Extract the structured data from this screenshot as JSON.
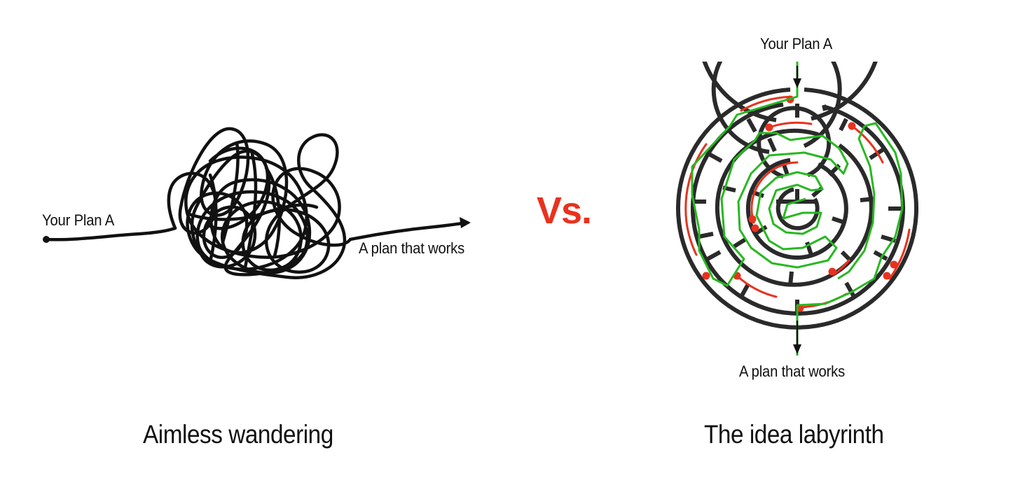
{
  "left_panel": {
    "start_label": "Your Plan A",
    "end_label": "A plan that works",
    "caption": "Aimless wandering"
  },
  "vs_label": "Vs.",
  "right_panel": {
    "start_label": "Your Plan A",
    "end_label": "A plan that works",
    "caption": "The idea labyrinth"
  },
  "colors": {
    "ink": "#111111",
    "vs": "#e8321e",
    "solution_path": "#27b821",
    "dead_end": "#e8321e",
    "maze_wall": "#2a2a2a"
  }
}
